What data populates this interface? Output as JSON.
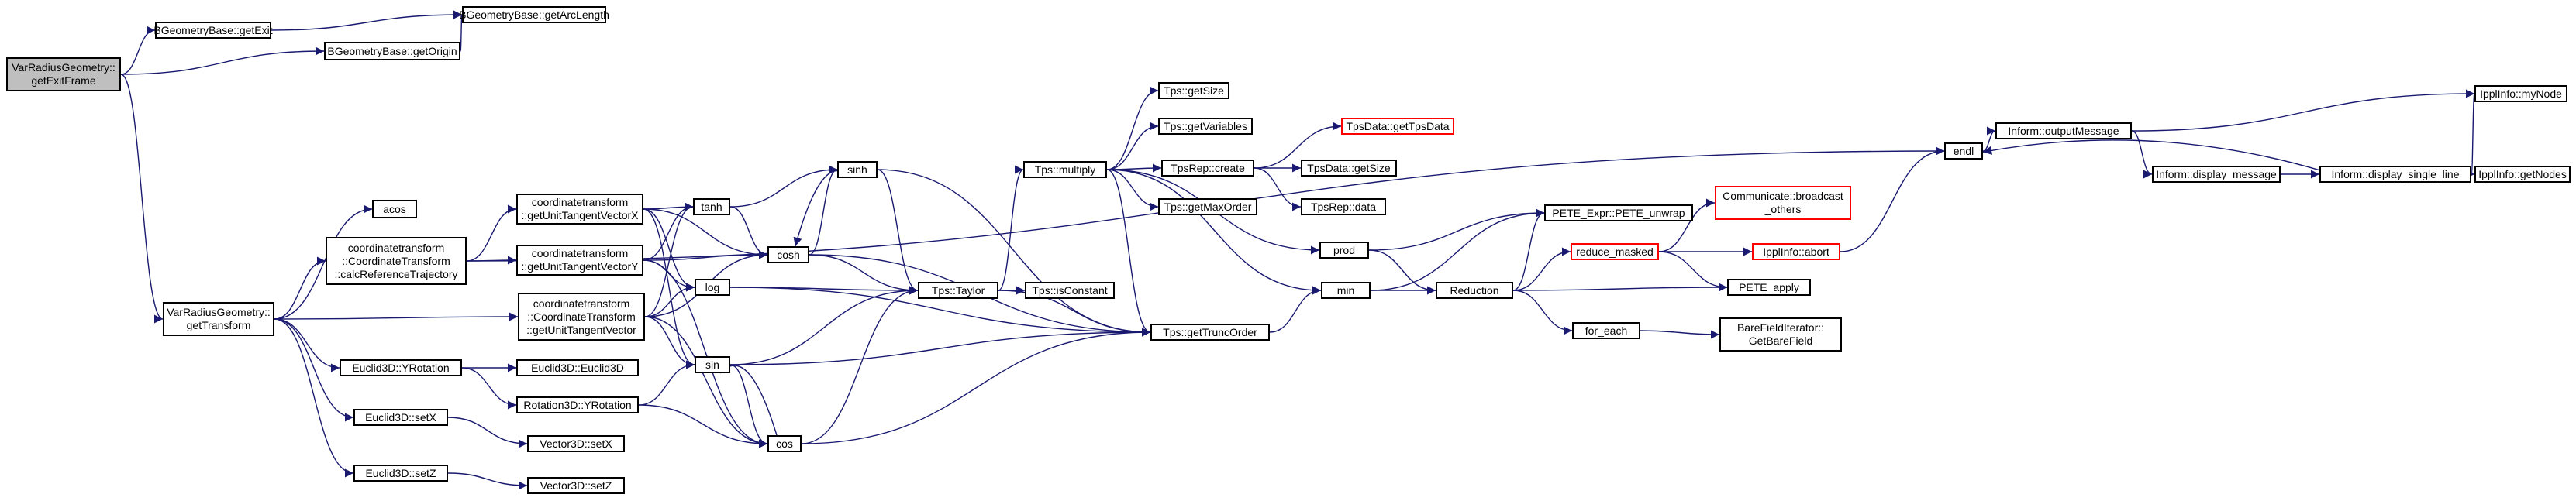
{
  "diagram": {
    "type": "call-graph",
    "colors": {
      "edge": "#191970",
      "node_border": "#000000",
      "missing_border": "#ff0000",
      "root_fill": "#bfbfbf"
    },
    "nodes": [
      {
        "id": "root",
        "label": "VarRadiusGeometry::\ngetExitFrame",
        "style": "root"
      },
      {
        "id": "bgb_getExit",
        "label": "BGeometryBase::getExit"
      },
      {
        "id": "bgb_getArc",
        "label": "BGeometryBase::getArcLength"
      },
      {
        "id": "bgb_getOrigin",
        "label": "BGeometryBase::getOrigin"
      },
      {
        "id": "vrg_getTransform",
        "label": "VarRadiusGeometry::\ngetTransform"
      },
      {
        "id": "acos",
        "label": "acos"
      },
      {
        "id": "calcRef",
        "label": "coordinatetransform\n::CoordinateTransform\n::calcReferenceTrajectory"
      },
      {
        "id": "unitX",
        "label": "coordinatetransform\n::getUnitTangentVectorX"
      },
      {
        "id": "unitY",
        "label": "coordinatetransform\n::getUnitTangentVectorY"
      },
      {
        "id": "unitVec",
        "label": "coordinatetransform\n::CoordinateTransform\n::getUnitTangentVector"
      },
      {
        "id": "e3d_yrot",
        "label": "Euclid3D::YRotation"
      },
      {
        "id": "e3d_ctor",
        "label": "Euclid3D::Euclid3D"
      },
      {
        "id": "r3d_yrot",
        "label": "Rotation3D::YRotation"
      },
      {
        "id": "e3d_setX",
        "label": "Euclid3D::setX"
      },
      {
        "id": "v3d_setX",
        "label": "Vector3D::setX"
      },
      {
        "id": "e3d_setZ",
        "label": "Euclid3D::setZ"
      },
      {
        "id": "v3d_setZ",
        "label": "Vector3D::setZ"
      },
      {
        "id": "tanh",
        "label": "tanh"
      },
      {
        "id": "cosh",
        "label": "cosh"
      },
      {
        "id": "sinh",
        "label": "sinh"
      },
      {
        "id": "log",
        "label": "log"
      },
      {
        "id": "sin",
        "label": "sin"
      },
      {
        "id": "cos",
        "label": "cos"
      },
      {
        "id": "tps_taylor",
        "label": "Tps::Taylor"
      },
      {
        "id": "tps_isConst",
        "label": "Tps::isConstant"
      },
      {
        "id": "tps_multiply",
        "label": "Tps::multiply"
      },
      {
        "id": "tps_getSize",
        "label": "Tps::getSize"
      },
      {
        "id": "tps_getVars",
        "label": "Tps::getVariables"
      },
      {
        "id": "tpsrep_create",
        "label": "TpsRep::create"
      },
      {
        "id": "tps_getMaxOrder",
        "label": "Tps::getMaxOrder"
      },
      {
        "id": "tpsdata_getTpsData",
        "label": "TpsData::getTpsData",
        "style": "red"
      },
      {
        "id": "tpsdata_getSize",
        "label": "TpsData::getSize"
      },
      {
        "id": "tpsrep_data",
        "label": "TpsRep::data"
      },
      {
        "id": "tps_getTrunc",
        "label": "Tps::getTruncOrder"
      },
      {
        "id": "prod",
        "label": "prod"
      },
      {
        "id": "min",
        "label": "min"
      },
      {
        "id": "pete_unwrap",
        "label": "PETE_Expr::PETE_unwrap"
      },
      {
        "id": "reduction",
        "label": "Reduction"
      },
      {
        "id": "reduce_masked",
        "label": "reduce_masked",
        "style": "red"
      },
      {
        "id": "comm_broadcast",
        "label": "Communicate::broadcast\n_others",
        "style": "red"
      },
      {
        "id": "ippl_abort",
        "label": "IpplInfo::abort",
        "style": "red"
      },
      {
        "id": "pete_apply",
        "label": "PETE_apply"
      },
      {
        "id": "for_each",
        "label": "for_each"
      },
      {
        "id": "bfi_get",
        "label": "BareFieldIterator::\nGetBareField"
      },
      {
        "id": "endl",
        "label": "endl"
      },
      {
        "id": "inform_out",
        "label": "Inform::outputMessage"
      },
      {
        "id": "inform_disp",
        "label": "Inform::display_message"
      },
      {
        "id": "inform_single",
        "label": "Inform::display_single_line"
      },
      {
        "id": "ippl_myNode",
        "label": "IpplInfo::myNode"
      },
      {
        "id": "ippl_getNodes",
        "label": "IpplInfo::getNodes"
      }
    ],
    "edges": [
      [
        "root",
        "bgb_getExit"
      ],
      [
        "root",
        "bgb_getOrigin"
      ],
      [
        "root",
        "vrg_getTransform"
      ],
      [
        "bgb_getExit",
        "bgb_getArc"
      ],
      [
        "bgb_getOrigin",
        "bgb_getArc"
      ],
      [
        "vrg_getTransform",
        "acos"
      ],
      [
        "vrg_getTransform",
        "calcRef"
      ],
      [
        "vrg_getTransform",
        "unitVec"
      ],
      [
        "vrg_getTransform",
        "e3d_yrot"
      ],
      [
        "vrg_getTransform",
        "e3d_setX"
      ],
      [
        "vrg_getTransform",
        "e3d_setZ"
      ],
      [
        "calcRef",
        "endl"
      ],
      [
        "calcRef",
        "unitX"
      ],
      [
        "calcRef",
        "unitY"
      ],
      [
        "unitX",
        "tanh"
      ],
      [
        "unitX",
        "cosh"
      ],
      [
        "unitX",
        "log"
      ],
      [
        "unitX",
        "sin"
      ],
      [
        "unitY",
        "tanh"
      ],
      [
        "unitY",
        "cosh"
      ],
      [
        "unitY",
        "log"
      ],
      [
        "unitY",
        "cos"
      ],
      [
        "unitVec",
        "tanh"
      ],
      [
        "unitVec",
        "cosh"
      ],
      [
        "unitVec",
        "log"
      ],
      [
        "unitVec",
        "sin"
      ],
      [
        "unitVec",
        "cos"
      ],
      [
        "e3d_yrot",
        "e3d_ctor"
      ],
      [
        "e3d_yrot",
        "r3d_yrot"
      ],
      [
        "r3d_yrot",
        "sin"
      ],
      [
        "r3d_yrot",
        "cos"
      ],
      [
        "e3d_setX",
        "v3d_setX"
      ],
      [
        "e3d_setZ",
        "v3d_setZ"
      ],
      [
        "tanh",
        "cosh"
      ],
      [
        "tanh",
        "sinh"
      ],
      [
        "cosh",
        "sinh"
      ],
      [
        "cosh",
        "tps_taylor"
      ],
      [
        "cosh",
        "tps_getTrunc"
      ],
      [
        "sinh",
        "cosh"
      ],
      [
        "sinh",
        "tps_taylor"
      ],
      [
        "sinh",
        "tps_getTrunc"
      ],
      [
        "log",
        "tps_taylor"
      ],
      [
        "log",
        "tps_getTrunc"
      ],
      [
        "sin",
        "cos"
      ],
      [
        "sin",
        "tps_taylor"
      ],
      [
        "sin",
        "tps_getTrunc"
      ],
      [
        "cos",
        "sin"
      ],
      [
        "cos",
        "tps_taylor"
      ],
      [
        "cos",
        "tps_getTrunc"
      ],
      [
        "tps_taylor",
        "tps_isConst"
      ],
      [
        "tps_taylor",
        "tps_multiply"
      ],
      [
        "tps_taylor",
        "tps_getTrunc"
      ],
      [
        "tps_multiply",
        "tps_getSize"
      ],
      [
        "tps_multiply",
        "tps_getVars"
      ],
      [
        "tps_multiply",
        "tpsrep_create"
      ],
      [
        "tps_multiply",
        "tps_getMaxOrder"
      ],
      [
        "tps_multiply",
        "tps_getTrunc"
      ],
      [
        "tps_multiply",
        "prod"
      ],
      [
        "tps_multiply",
        "min"
      ],
      [
        "tpsrep_create",
        "tpsdata_getTpsData"
      ],
      [
        "tpsrep_create",
        "tpsdata_getSize"
      ],
      [
        "tpsrep_create",
        "tpsrep_data"
      ],
      [
        "tps_getTrunc",
        "min"
      ],
      [
        "prod",
        "pete_unwrap"
      ],
      [
        "prod",
        "reduction"
      ],
      [
        "min",
        "pete_unwrap"
      ],
      [
        "min",
        "reduction"
      ],
      [
        "reduction",
        "pete_unwrap"
      ],
      [
        "reduction",
        "reduce_masked"
      ],
      [
        "reduction",
        "pete_apply"
      ],
      [
        "reduction",
        "for_each"
      ],
      [
        "reduce_masked",
        "comm_broadcast"
      ],
      [
        "reduce_masked",
        "ippl_abort"
      ],
      [
        "reduce_masked",
        "pete_apply"
      ],
      [
        "ippl_abort",
        "endl"
      ],
      [
        "for_each",
        "bfi_get"
      ],
      [
        "endl",
        "inform_out"
      ],
      [
        "inform_out",
        "inform_disp"
      ],
      [
        "inform_out",
        "ippl_myNode"
      ],
      [
        "inform_disp",
        "inform_single"
      ],
      [
        "inform_single",
        "endl"
      ],
      [
        "inform_single",
        "ippl_myNode"
      ],
      [
        "inform_single",
        "ippl_getNodes"
      ]
    ]
  }
}
